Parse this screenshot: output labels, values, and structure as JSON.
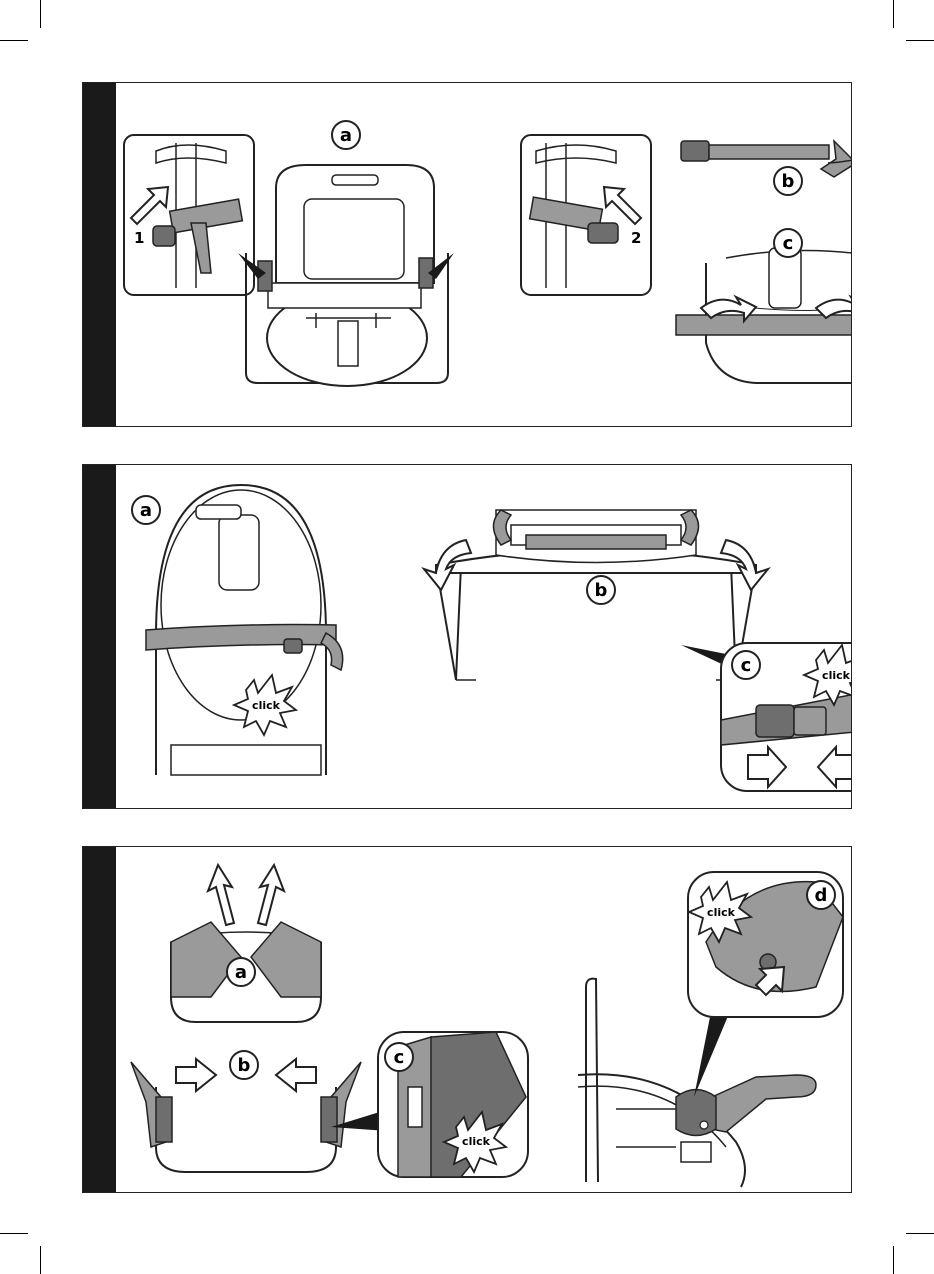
{
  "panels": [
    {
      "id": "panel-1",
      "labels": {
        "a": "a",
        "b": "b",
        "c": "c"
      },
      "steps": {
        "one": "1",
        "two": "2"
      }
    },
    {
      "id": "panel-2",
      "labels": {
        "a": "a",
        "b": "b",
        "c": "c"
      },
      "click_texts": {
        "a": "click",
        "c": "click"
      }
    },
    {
      "id": "panel-3",
      "labels": {
        "a": "a",
        "b": "b",
        "c": "c",
        "d": "d"
      },
      "click_texts": {
        "c": "click",
        "d": "click"
      }
    }
  ],
  "colors": {
    "frame": "#222222",
    "bar": "#1a1a1a",
    "strap": "#9a9a9a",
    "strap_dark": "#6e6e6e",
    "line": "#222222"
  }
}
